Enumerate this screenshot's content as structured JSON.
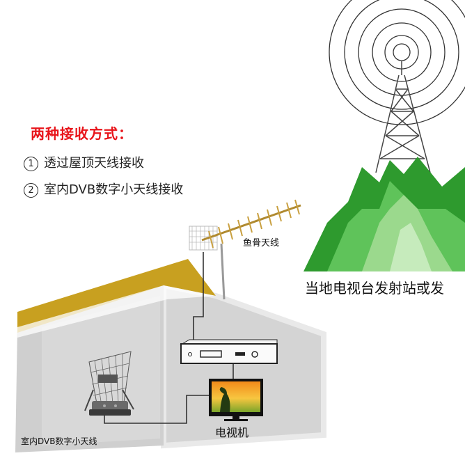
{
  "header": {
    "title": "两种接收方式：",
    "methods": [
      {
        "marker": "1",
        "text": "透过屋顶天线接收"
      },
      {
        "marker": "2",
        "text": "室内DVB数字小天线接收"
      }
    ]
  },
  "labels": {
    "station": "当地电视台发射站或发",
    "yagi_antenna": "鱼骨天线",
    "tv": "电视机",
    "indoor_antenna": "室内DVB数字小天线"
  },
  "colors": {
    "title_red": "#e8141a",
    "roof_gold": "#c8a020",
    "mountain_green": "#3caf3c",
    "wall_gray": "#d4d4d4"
  },
  "icons": [
    "broadcast-tower-icon",
    "signal-waves-icon",
    "mountain-icon",
    "house-icon",
    "yagi-antenna-icon",
    "set-top-box-icon",
    "television-icon",
    "indoor-antenna-icon"
  ]
}
